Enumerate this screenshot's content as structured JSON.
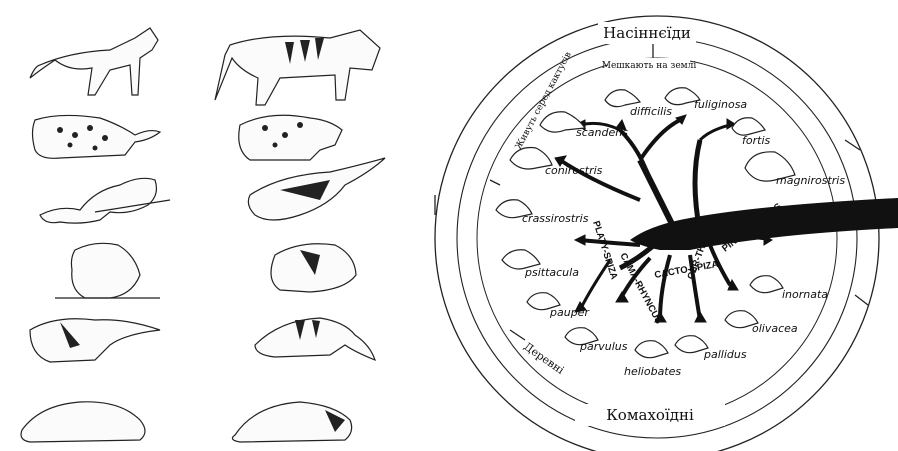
{
  "rings": {
    "outer_top": "Насіннєїди",
    "outer_bottom": "Комахоїдні",
    "left_upper": "Живуть серед кактусів",
    "left_lower": "Деревні",
    "top_inner": "Мешкають на землі"
  },
  "species": [
    "scandens",
    "difficilis",
    "fuliginosa",
    "fortis",
    "magnirostris",
    "conirostris",
    "crassirostris",
    "psittacula",
    "pauper",
    "parvulus",
    "heliobates",
    "pallidus",
    "olivacea",
    "inornata"
  ],
  "genera": [
    "PLATY-SPIZA",
    "CAMA-RHYNCUS",
    "CACTO-SPIZA",
    "CER-THIDIA",
    "PINAROLOXIAS"
  ]
}
